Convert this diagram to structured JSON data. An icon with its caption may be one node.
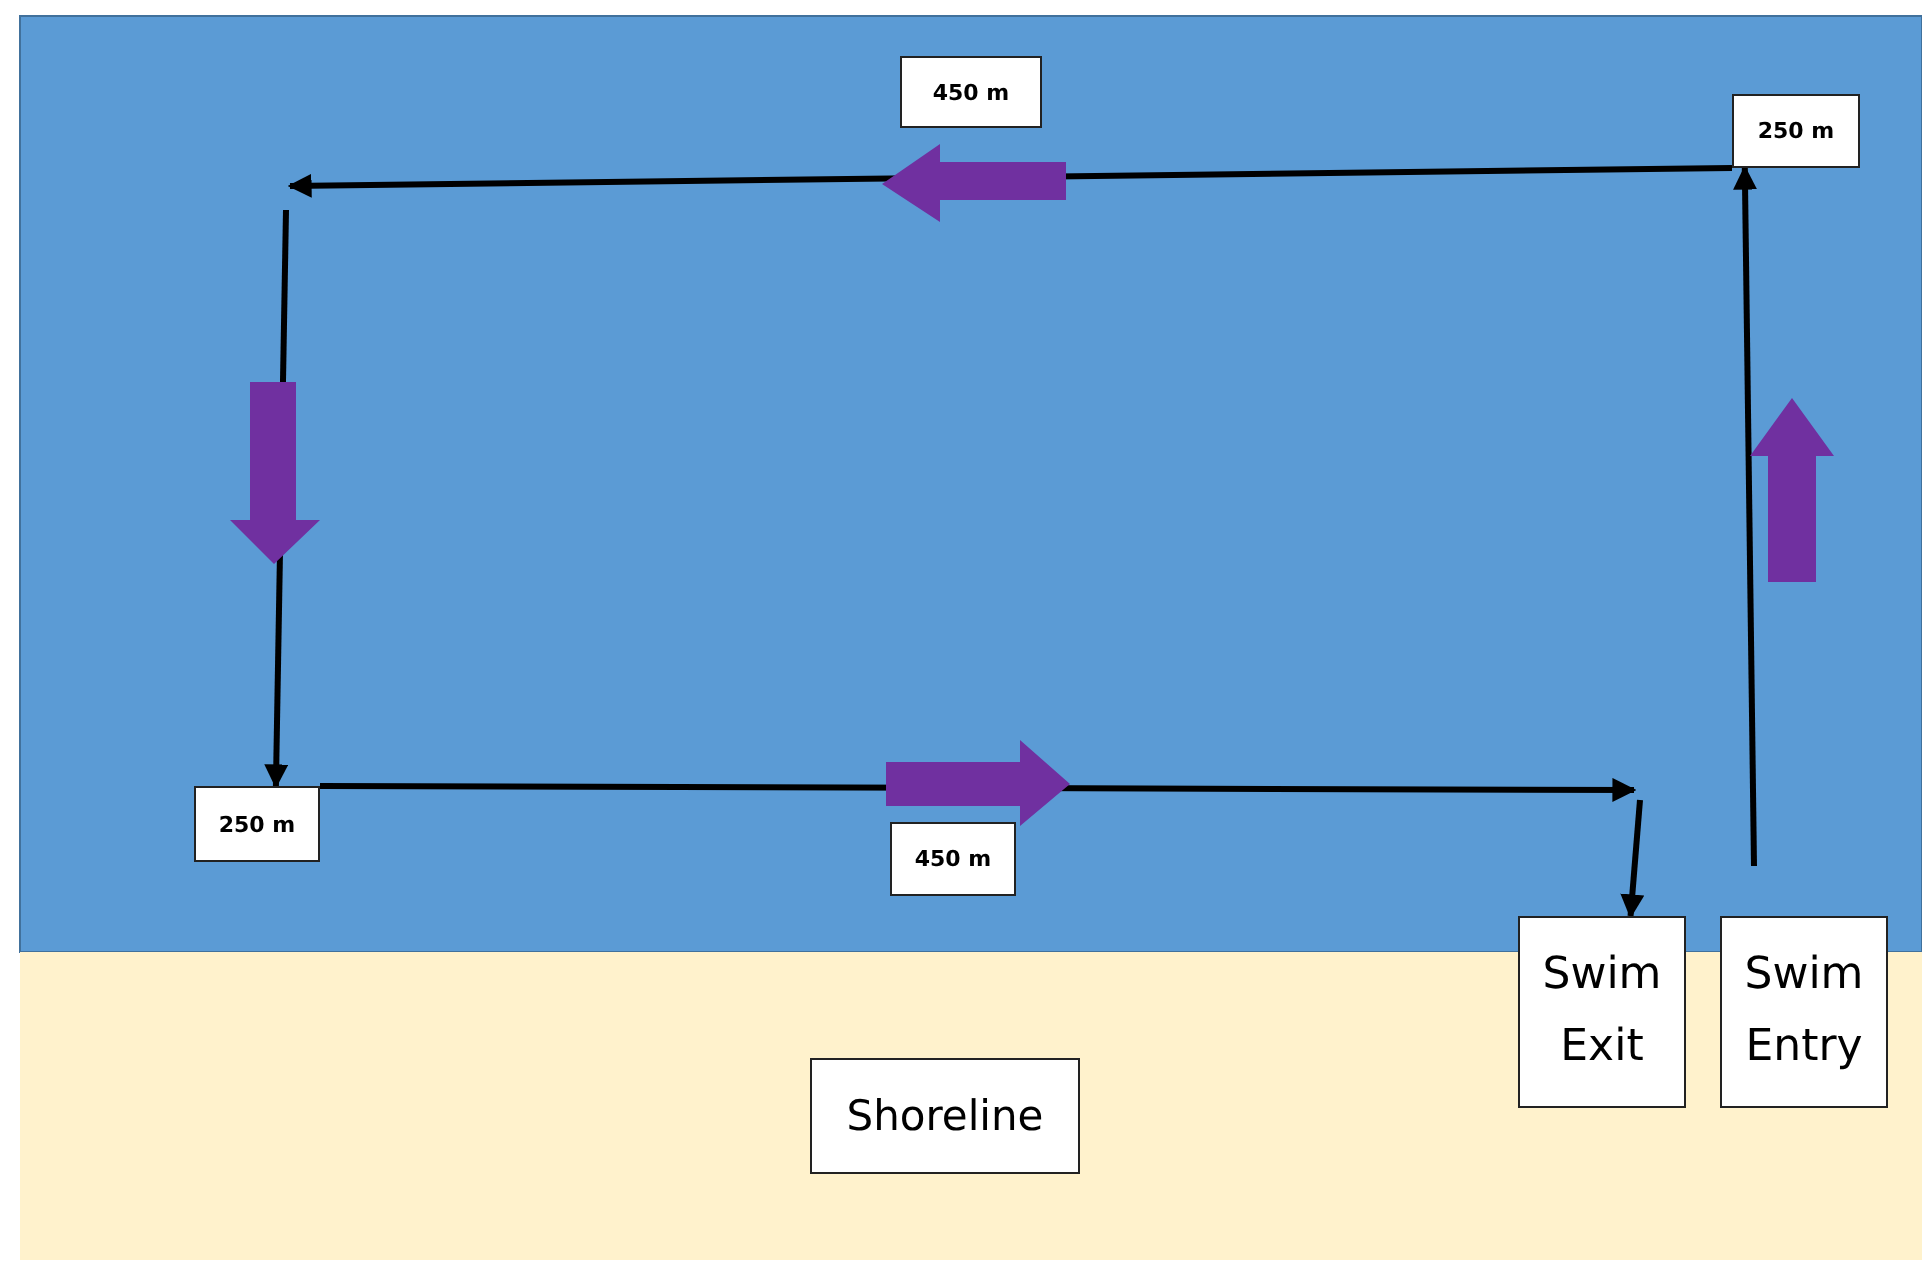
{
  "diagram": {
    "nodes": [
      {
        "text": [
          "450 m"
        ]
      },
      {
        "text": [
          "250 m"
        ]
      },
      {
        "text": [
          "250 m"
        ]
      },
      {
        "text": [
          "450 m"
        ]
      },
      {
        "text": [
          "Swim Exit"
        ]
      },
      {
        "text": [
          "Swim Entry"
        ]
      },
      {
        "text": [
          "Shoreline"
        ]
      }
    ],
    "edges": [
      {
        "from": null,
        "to": 1,
        "arrow": "to"
      },
      {
        "from": 1,
        "to": null,
        "arrow": "to"
      },
      {
        "from": null,
        "to": 2,
        "arrow": "to"
      },
      {
        "from": 2,
        "to": null,
        "arrow": "to"
      },
      {
        "from": null,
        "to": 4,
        "arrow": "to"
      }
    ]
  }
}
